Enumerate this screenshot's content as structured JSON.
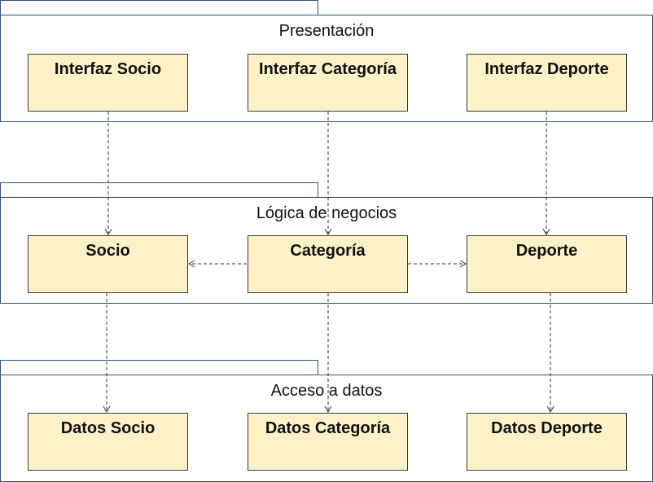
{
  "layers": {
    "presentation": {
      "title": "Presentación",
      "boxes": [
        "Interfaz Socio",
        "Interfaz Categoría",
        "Interfaz Deporte"
      ]
    },
    "logic": {
      "title": "Lógica de negocios",
      "boxes": [
        "Socio",
        "Categoría",
        "Deporte"
      ]
    },
    "data": {
      "title": "Acceso a datos",
      "boxes": [
        "Datos Socio",
        "Datos Categoría",
        "Datos Deporte"
      ]
    }
  },
  "colors": {
    "box_fill": "#fdf1c7",
    "package_border": "#2f4f7f",
    "arrow": "#333333"
  }
}
